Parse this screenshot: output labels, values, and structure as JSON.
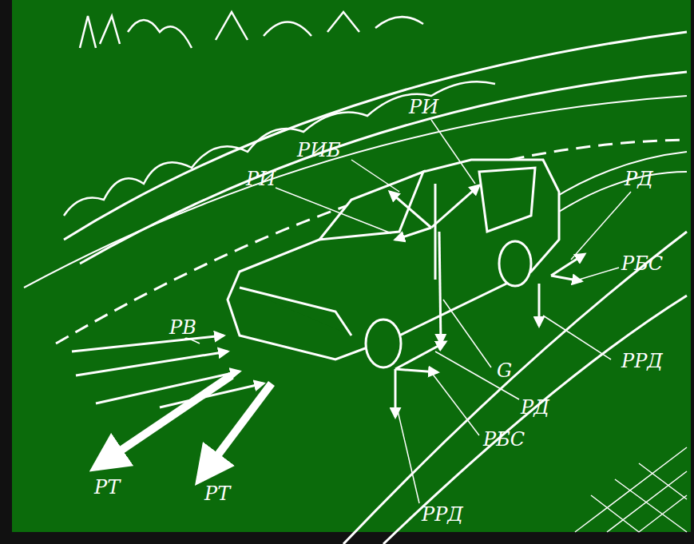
{
  "diagram": {
    "labels": [
      "РИ",
      "РИБ",
      "РИ",
      "РД",
      "РБС",
      "РВ",
      "РРД",
      "G",
      "РД",
      "РБС",
      "РТ",
      "РТ",
      "РРД"
    ]
  }
}
